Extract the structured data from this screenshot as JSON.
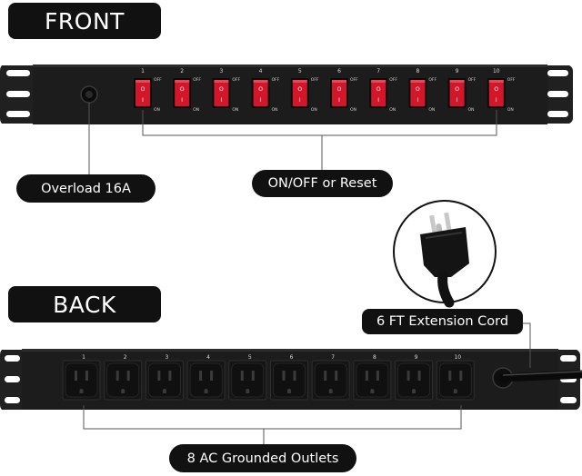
{
  "labels": {
    "front": "FRONT",
    "back": "BACK",
    "overload": "Overload 16A",
    "switch_callout": "ON/OFF or Reset",
    "cord": "6 FT Extension Cord",
    "outlets": "8 AC Grounded Outlets"
  },
  "switch_text": {
    "off": "OFF",
    "on": "ON",
    "symbol_off": "O",
    "symbol_on": "I"
  },
  "front_switches": [
    "1",
    "2",
    "3",
    "4",
    "5",
    "6",
    "7",
    "8",
    "9",
    "10"
  ],
  "back_outlets": [
    "1",
    "2",
    "3",
    "4",
    "5",
    "6",
    "7",
    "8",
    "9",
    "10"
  ],
  "colors": {
    "panel": "#1c1c1c",
    "switch_red": "#d4162a",
    "label_bg": "#111111",
    "leader_line": "#555555"
  }
}
